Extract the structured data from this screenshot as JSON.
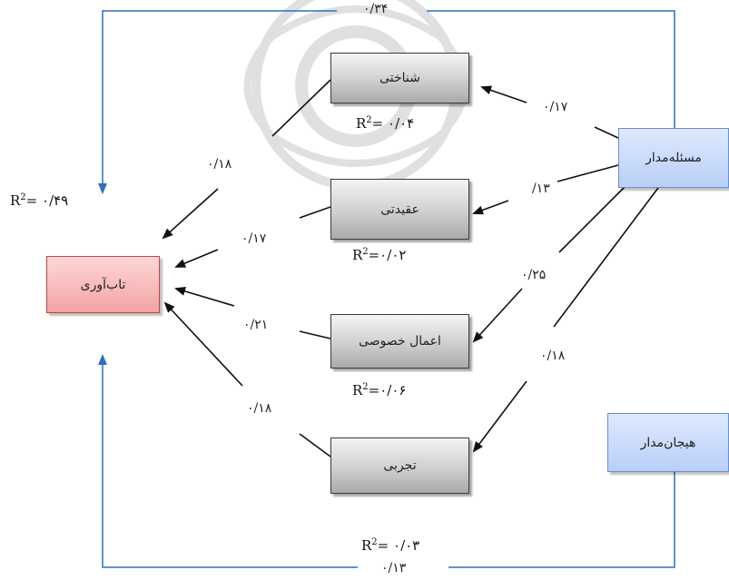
{
  "nodes": {
    "cognitive": "شناختی",
    "belief": "عقیدتی",
    "private_practices": "اعمال خصوصی",
    "experiential": "تجربی",
    "problem_focused": "مسئله‌مدار",
    "emotion_focused": "هیجان‌مدار",
    "resilience": "تاب‌آوری"
  },
  "coefficients": {
    "top_direct": "۰/۳۴",
    "pf_to_cognitive": "۰/۱۷",
    "pf_to_belief": "/۱۳",
    "pf_to_private": "۰/۲۵",
    "pf_to_experiential": "۰/۱۸",
    "cognitive_to_res": "۰/۱۸",
    "belief_to_res": "۰/۱۷",
    "private_to_res": "۰/۲۱",
    "experiential_to_res": "۰/۱۸",
    "bottom_direct": "۰/۱۳"
  },
  "r2": {
    "prefix": "R",
    "exp": "2",
    "resilience": "= ۰/۴۹",
    "cognitive": "= ۰/۰۴",
    "belief": "=۰/۰۲",
    "private": "=۰/۰۶",
    "experiential": "= ۰/۰۳"
  },
  "colors": {
    "blue_line": "#2f6fbf",
    "arrow": "#111111",
    "watermark": "#d9d9d9"
  }
}
